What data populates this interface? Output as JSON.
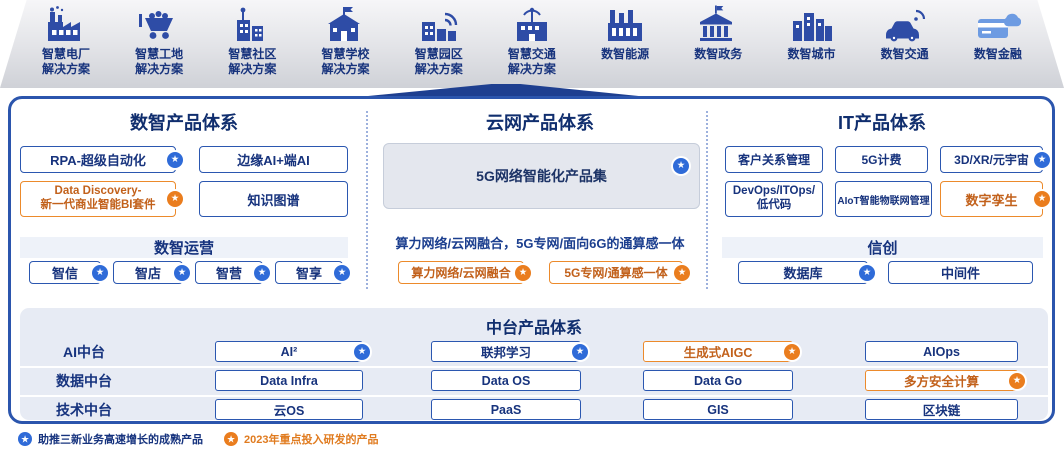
{
  "icons": {
    "star": "★"
  },
  "solutions": [
    {
      "line1": "智慧电厂",
      "line2": "解决方案"
    },
    {
      "line1": "智慧工地",
      "line2": "解决方案"
    },
    {
      "line1": "智慧社区",
      "line2": "解决方案"
    },
    {
      "line1": "智慧学校",
      "line2": "解决方案"
    },
    {
      "line1": "智慧园区",
      "line2": "解决方案"
    },
    {
      "line1": "智慧交通",
      "line2": "解决方案"
    },
    {
      "line1": "数智能源",
      "line2": ""
    },
    {
      "line1": "数智政务",
      "line2": ""
    },
    {
      "line1": "数智城市",
      "line2": ""
    },
    {
      "line1": "数智交通",
      "line2": ""
    },
    {
      "line1": "数智金融",
      "line2": ""
    }
  ],
  "digital": {
    "title": "数智产品体系",
    "rpa": "RPA-超级自动化",
    "edge_ai": "边缘AI+端AI",
    "dd1": "Data Discovery-",
    "dd2": "新一代商业智能BI套件",
    "kg": "知识图谱",
    "ops_title": "数智运营",
    "ops": [
      "智信",
      "智店",
      "智营",
      "智享"
    ]
  },
  "cloud": {
    "title": "云网产品体系",
    "main_box": "5G网络智能化产品集",
    "desc": "算力网络/云网融合，5G专网/面向6G的通算感一体",
    "box1": "算力网络/云网融合",
    "box2": "5G专网/通算感一体"
  },
  "it": {
    "title": "IT产品体系",
    "crm": "客户关系管理",
    "billing": "5G计费",
    "xr": "3D/XR/元宇宙",
    "devops1": "DevOps/ITOps/",
    "devops2": "低代码",
    "aiot": "AIoT智能物联网管理",
    "twin": "数字孪生",
    "xinchuang": "信创",
    "db": "数据库",
    "middleware": "中间件"
  },
  "platform": {
    "title": "中台产品体系",
    "rows": [
      {
        "name": "AI中台",
        "items": [
          "AI²",
          "联邦学习",
          "生成式AIGC",
          "AIOps"
        ]
      },
      {
        "name": "数据中台",
        "items": [
          "Data Infra",
          "Data OS",
          "Data Go",
          "多方安全计算"
        ]
      },
      {
        "name": "技术中台",
        "items": [
          "云OS",
          "PaaS",
          "GIS",
          "区块链"
        ]
      }
    ]
  },
  "legend": {
    "mature": "助推三新业务高速增长的成熟产品",
    "focus": "2023年重点投入研发的产品"
  }
}
